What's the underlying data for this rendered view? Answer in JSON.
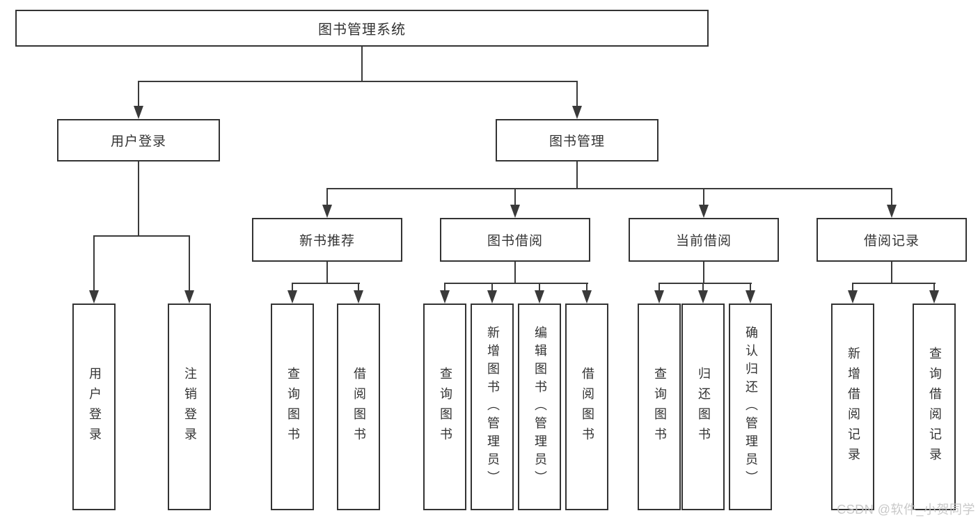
{
  "diagram": {
    "root": {
      "label": "图书管理系统"
    },
    "level2": [
      {
        "label": "用户登录"
      },
      {
        "label": "图书管理"
      }
    ],
    "level3": [
      {
        "label": "新书推荐",
        "parent": "图书管理"
      },
      {
        "label": "图书借阅",
        "parent": "图书管理"
      },
      {
        "label": "当前借阅",
        "parent": "图书管理"
      },
      {
        "label": "借阅记录",
        "parent": "图书管理"
      }
    ],
    "leaves": [
      {
        "label": "用户登录",
        "parent": "用户登录"
      },
      {
        "label": "注销登录",
        "parent": "用户登录"
      },
      {
        "label": "查询图书",
        "parent": "新书推荐"
      },
      {
        "label": "借阅图书",
        "parent": "新书推荐"
      },
      {
        "label": "查询图书",
        "parent": "图书借阅"
      },
      {
        "label": "新增图书（管理员）",
        "parent": "图书借阅"
      },
      {
        "label": "编辑图书（管理员）",
        "parent": "图书借阅"
      },
      {
        "label": "借阅图书",
        "parent": "图书借阅"
      },
      {
        "label": "查询图书",
        "parent": "当前借阅"
      },
      {
        "label": "归还图书",
        "parent": "当前借阅"
      },
      {
        "label": "确认归还（管理员）",
        "parent": "当前借阅"
      },
      {
        "label": "新增借阅记录",
        "parent": "借阅记录"
      },
      {
        "label": "查询借阅记录",
        "parent": "借阅记录"
      }
    ]
  },
  "watermark": {
    "text": "CSDN @软件_小贺同学"
  },
  "colors": {
    "line": "#3a3a3a",
    "box_border": "#333333",
    "text": "#333333",
    "background": "#ffffff",
    "watermark": "#c6c6c6"
  }
}
